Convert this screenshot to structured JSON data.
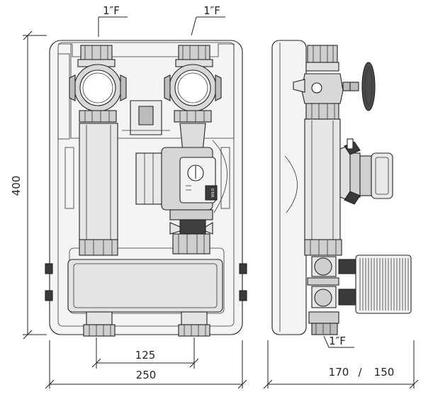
{
  "front_view": {
    "connection_top_left": "1″F",
    "connection_top_right": "1″F",
    "height_dimension": "400",
    "pipe_spacing_dimension": "125",
    "width_dimension": "250",
    "pump_brand": "WILO"
  },
  "side_view": {
    "connection_bottom": "1″F",
    "depth_dimension_a": "170",
    "depth_separator": "/",
    "depth_dimension_b": "150"
  },
  "colors": {
    "line": "#222222",
    "housing_fill": "#f4f4f4",
    "pipe_fill": "#d0d0d0",
    "dark_fill": "#3a3a3a"
  }
}
